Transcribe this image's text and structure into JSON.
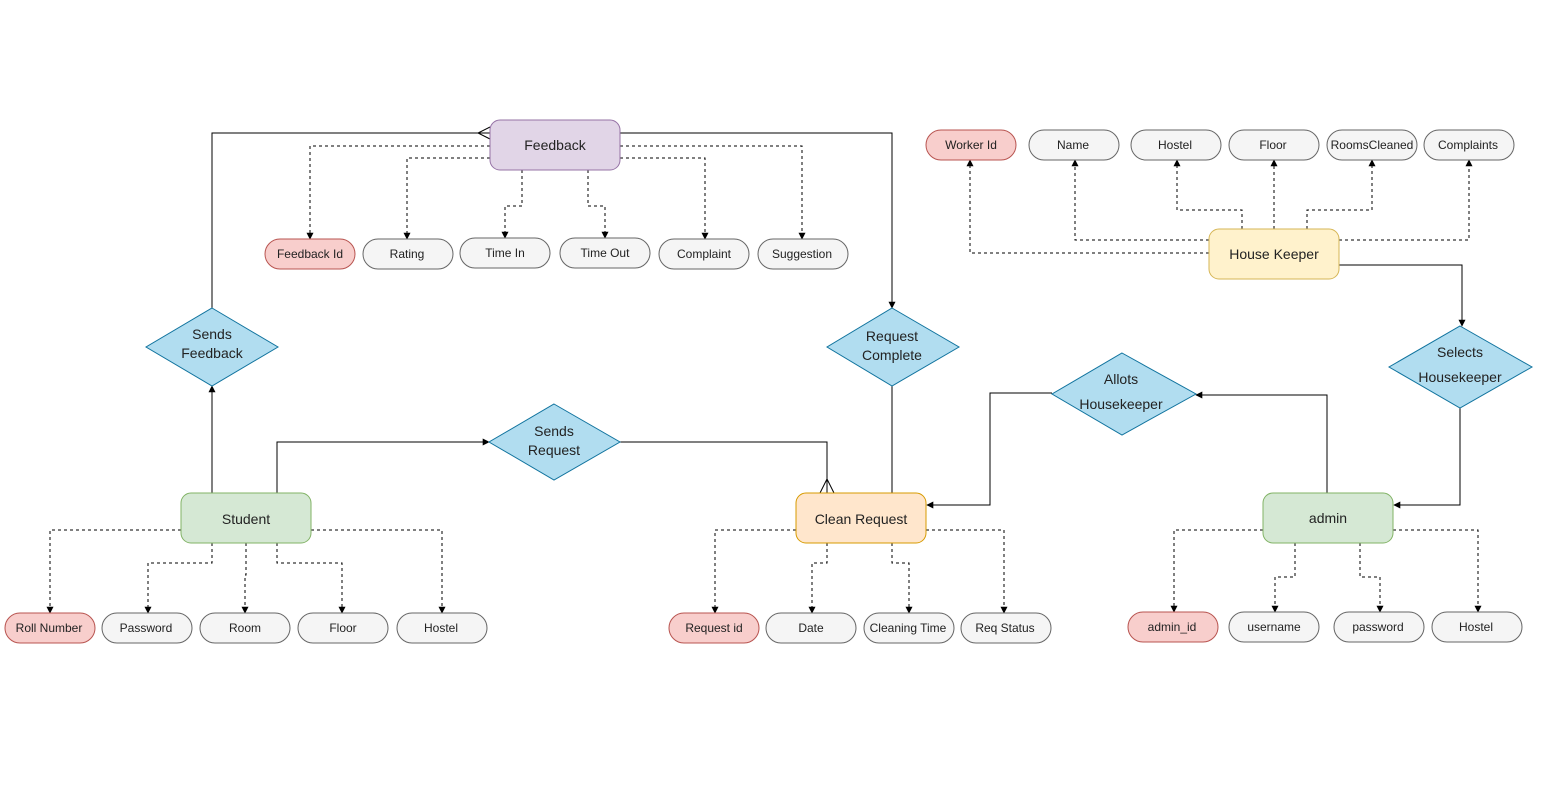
{
  "entities": {
    "feedback": "Feedback",
    "student": "Student",
    "clean_request": "Clean Request",
    "house_keeper": "House Keeper",
    "admin": "admin"
  },
  "relationships": {
    "sends_feedback": [
      "Sends",
      "Feedback"
    ],
    "sends_request": [
      "Sends",
      "Request"
    ],
    "request_complete": [
      "Request",
      "Complete"
    ],
    "allots_housekeeper": [
      "Allots",
      "Housekeeper"
    ],
    "selects_housekeeper": [
      "Selects",
      "Housekeeper"
    ]
  },
  "attributes": {
    "feedback": [
      "Feedback Id",
      "Rating",
      "Time In",
      "Time Out",
      "Complaint",
      "Suggestion"
    ],
    "house_keeper": [
      "Worker Id",
      "Name",
      "Hostel",
      "Floor",
      "RoomsCleaned",
      "Complaints"
    ],
    "student": [
      "Roll Number",
      "Password",
      "Room",
      "Floor",
      "Hostel"
    ],
    "clean_request": [
      "Request id",
      "Date",
      "Cleaning Time",
      "Req Status"
    ],
    "admin": [
      "admin_id",
      "username",
      "password",
      "Hostel"
    ]
  },
  "colors": {
    "feedback_fill": "#e1d5e7",
    "feedback_stroke": "#9673a6",
    "student_fill": "#d5e8d4",
    "student_stroke": "#82b366",
    "clean_fill": "#ffe6cc",
    "clean_stroke": "#d79b00",
    "keeper_fill": "#fff2cc",
    "keeper_stroke": "#d6b656",
    "relation_fill": "#b1ddf0",
    "relation_stroke": "#10739e",
    "key_fill": "#f8cecc",
    "key_stroke": "#b85450",
    "attr_fill": "#f5f5f5",
    "attr_stroke": "#666666"
  }
}
